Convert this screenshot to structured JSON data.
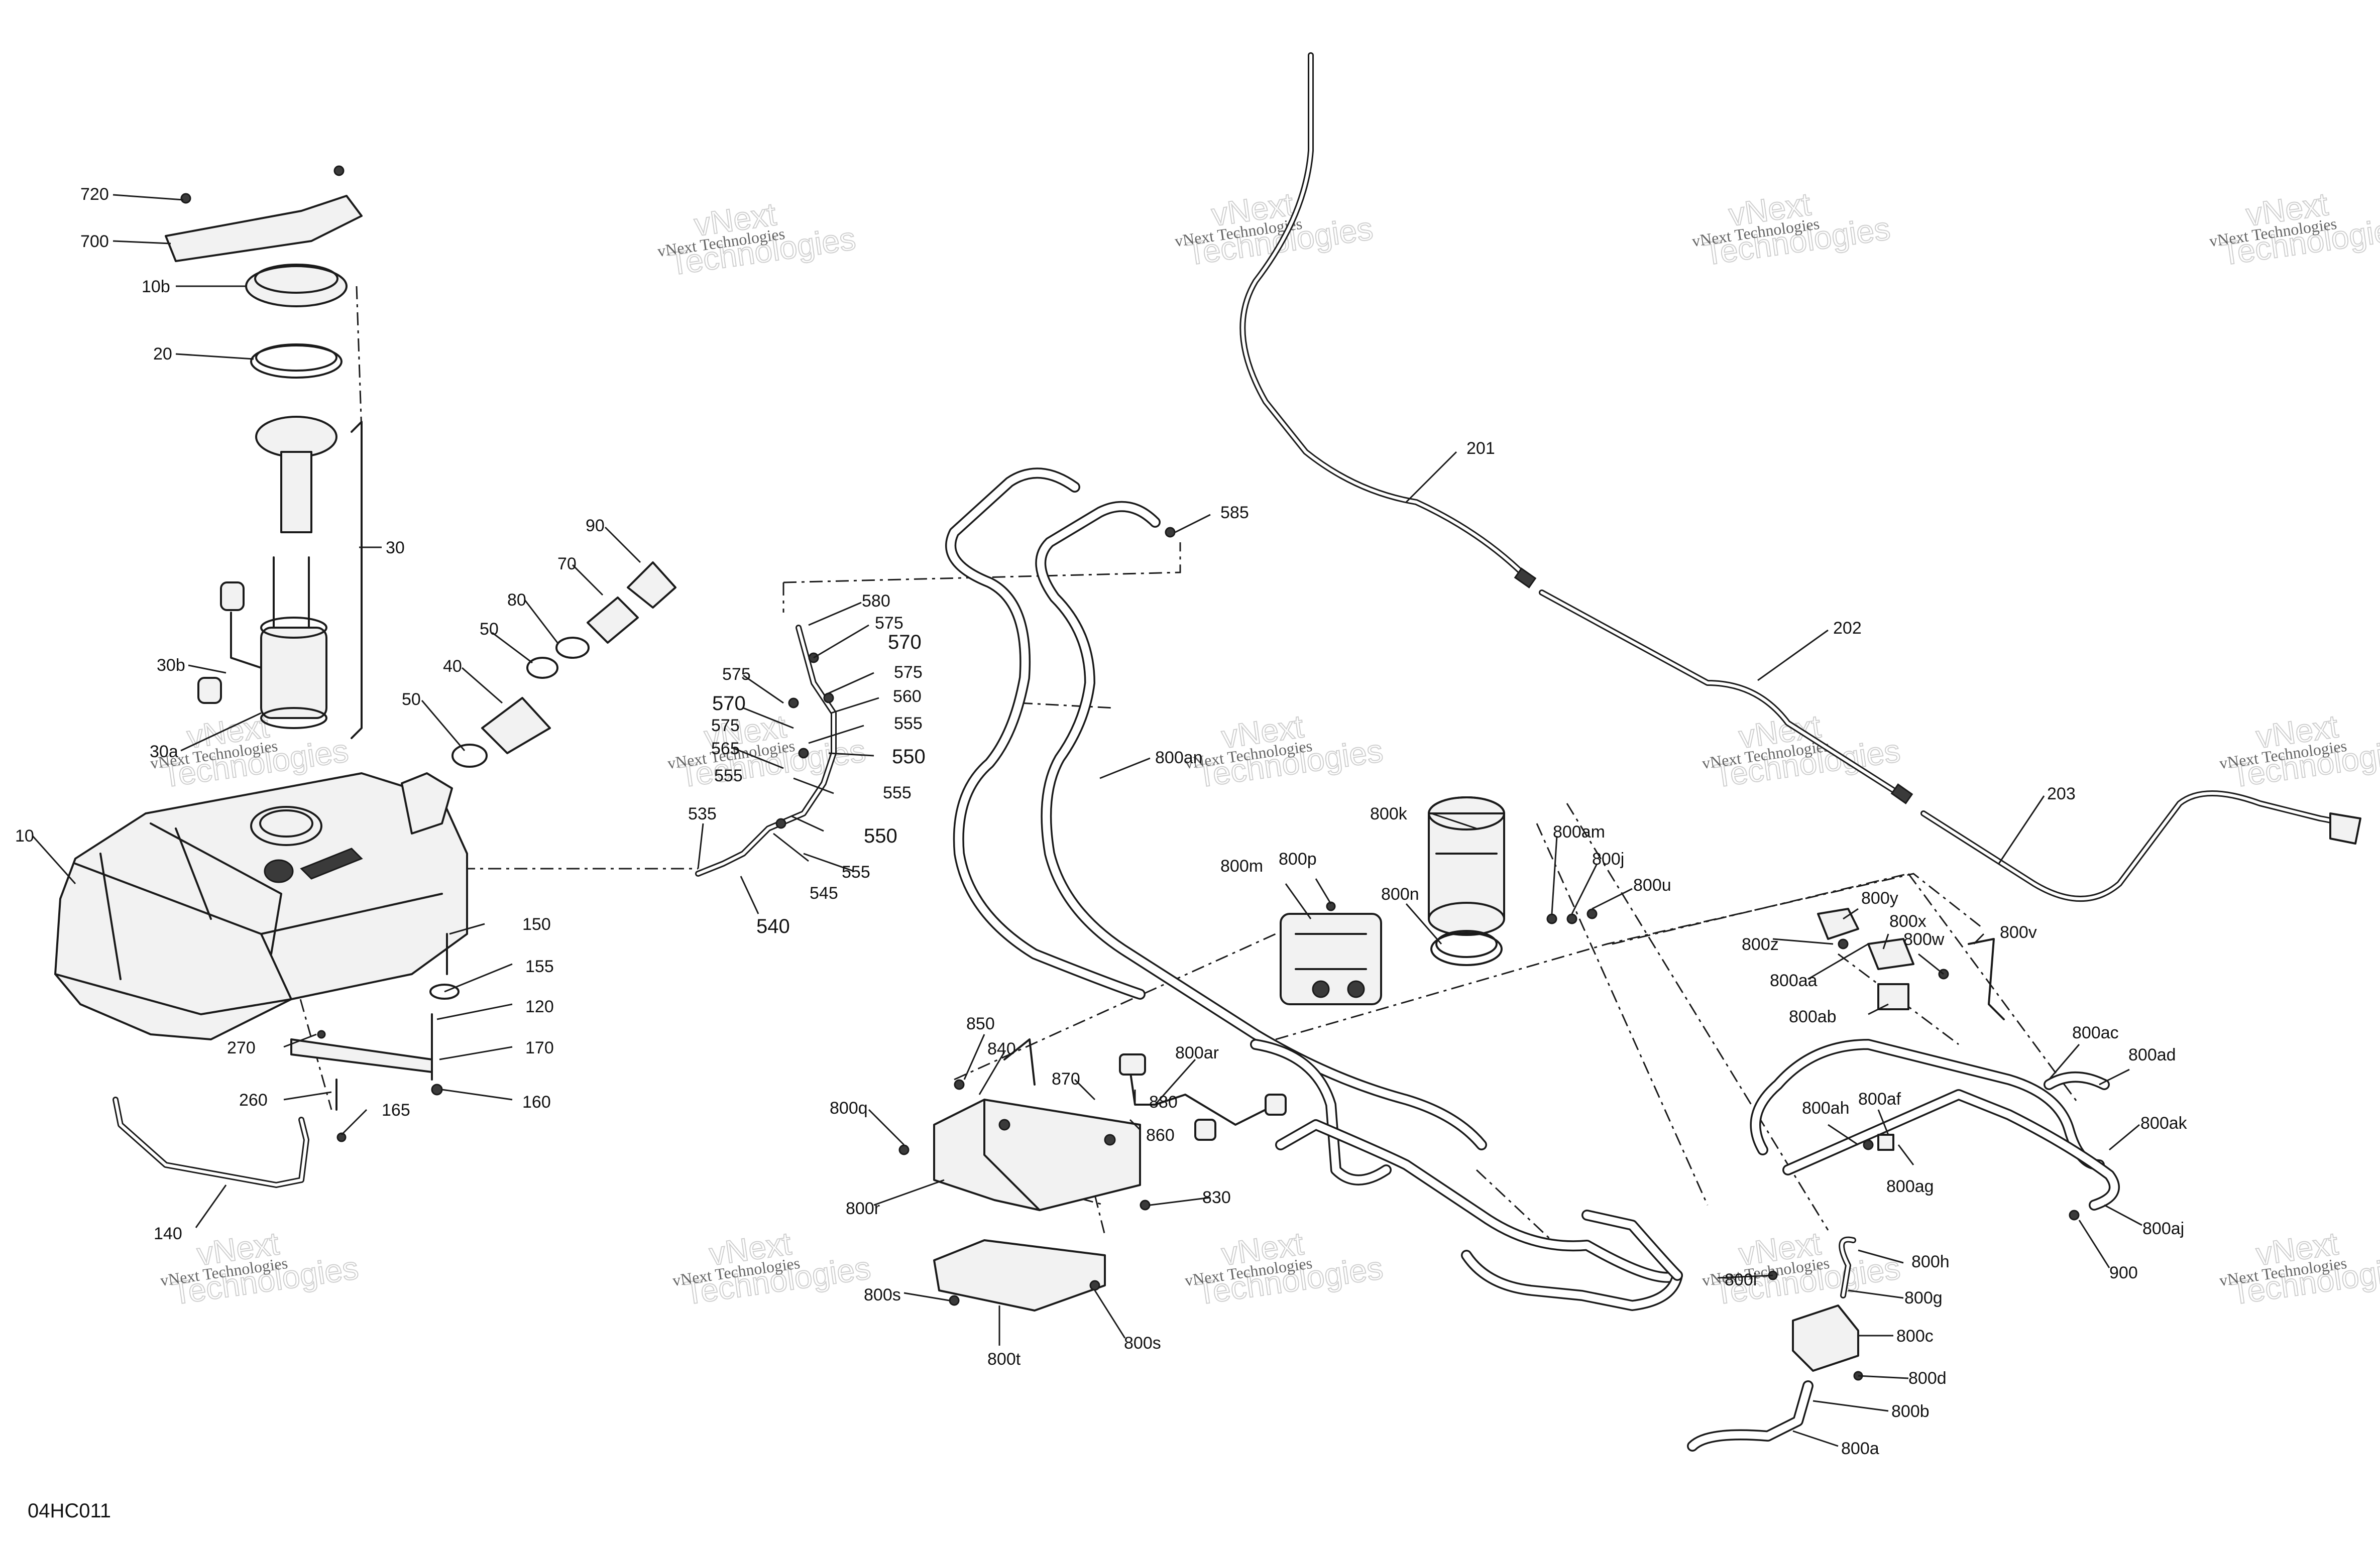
{
  "diagram_code": "04HC011",
  "watermark": {
    "line1": "vNext Technologies",
    "line2": "vNext",
    "line3": "Technologies"
  },
  "callouts": {
    "c720": "720",
    "c700": "700",
    "c10b": "10b",
    "c20": "20",
    "c30": "30",
    "c30b": "30b",
    "c30a": "30a",
    "c10": "10",
    "c90": "90",
    "c70": "70",
    "c80": "80",
    "c50a": "50",
    "c40": "40",
    "c50b": "50",
    "c580": "580",
    "c575a": "575",
    "c570a": "570",
    "c575b": "575",
    "c575c": "575",
    "c560": "560",
    "c570b": "570",
    "c575d": "575",
    "c555a": "555",
    "c565": "565",
    "c550a": "550",
    "c555b": "555",
    "c555c": "555",
    "c535": "535",
    "c550b": "550",
    "c555d": "555",
    "c545": "545",
    "c540": "540",
    "c585": "585",
    "c150": "150",
    "c155": "155",
    "c120": "120",
    "c170": "170",
    "c160": "160",
    "c270": "270",
    "c260": "260",
    "c165": "165",
    "c140": "140",
    "c201": "201",
    "c202": "202",
    "c203": "203",
    "c800an": "800an",
    "c800k": "800k",
    "c800am": "800am",
    "c800j": "800j",
    "c800u": "800u",
    "c800n": "800n",
    "c800m": "800m",
    "c800p": "800p",
    "c800y": "800y",
    "c800x": "800x",
    "c800z": "800z",
    "c800w": "800w",
    "c800v": "800v",
    "c800aa": "800aa",
    "c800ab": "800ab",
    "c800ac": "800ac",
    "c800ad": "800ad",
    "c800ah": "800ah",
    "c800af": "800af",
    "c800ak": "800ak",
    "c800ag": "800ag",
    "c800aj": "800aj",
    "c900": "900",
    "c850": "850",
    "c840": "840",
    "c800ar": "800ar",
    "c870": "870",
    "c880": "880",
    "c860": "860",
    "c800q": "800q",
    "c800r": "800r",
    "c830": "830",
    "c800s_a": "800s",
    "c800s_b": "800s",
    "c800t": "800t",
    "c800h": "800h",
    "c800i": "800i",
    "c800g": "800g",
    "c800c": "800c",
    "c800d": "800d",
    "c800b": "800b",
    "c800a": "800a"
  }
}
